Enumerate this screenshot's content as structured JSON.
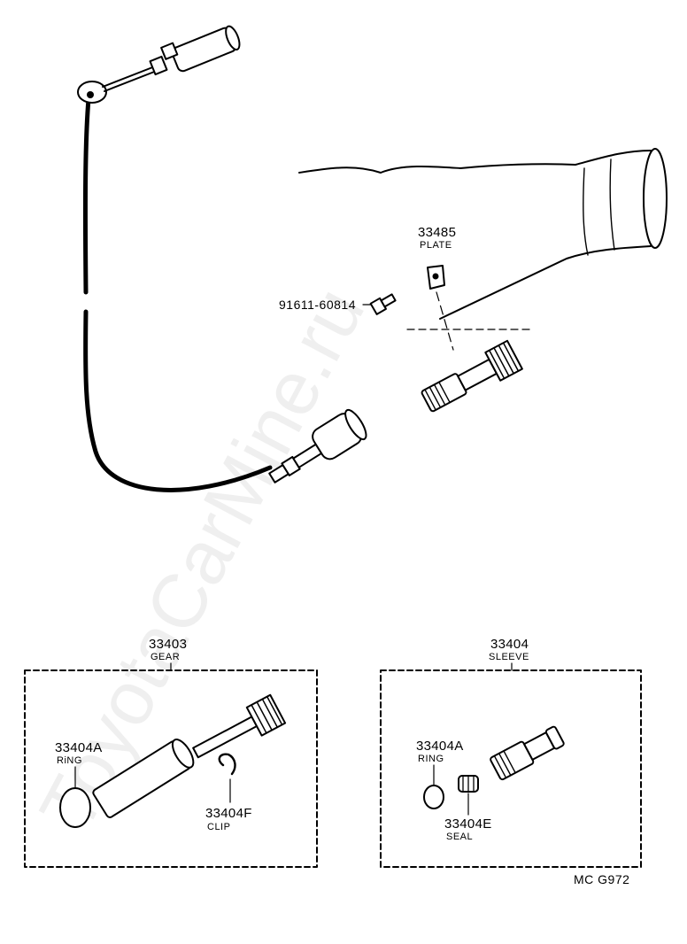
{
  "labels": {
    "plate_number": "33485",
    "plate_name": "PLATE",
    "bolt_number": "91611-60814",
    "gear_number": "33403",
    "gear_name": "GEAR",
    "gear_ring_number": "33404A",
    "gear_ring_name": "RiNG",
    "clip_number": "33404F",
    "clip_name": "CLIP",
    "sleeve_number": "33404",
    "sleeve_name": "SLEEVE",
    "sleeve_ring_number": "33404A",
    "sleeve_ring_name": "RING",
    "seal_number": "33404E",
    "seal_name": "SEAL",
    "diagram_code": "MC  G972"
  },
  "watermark": "ToyotaCarMine.ru"
}
